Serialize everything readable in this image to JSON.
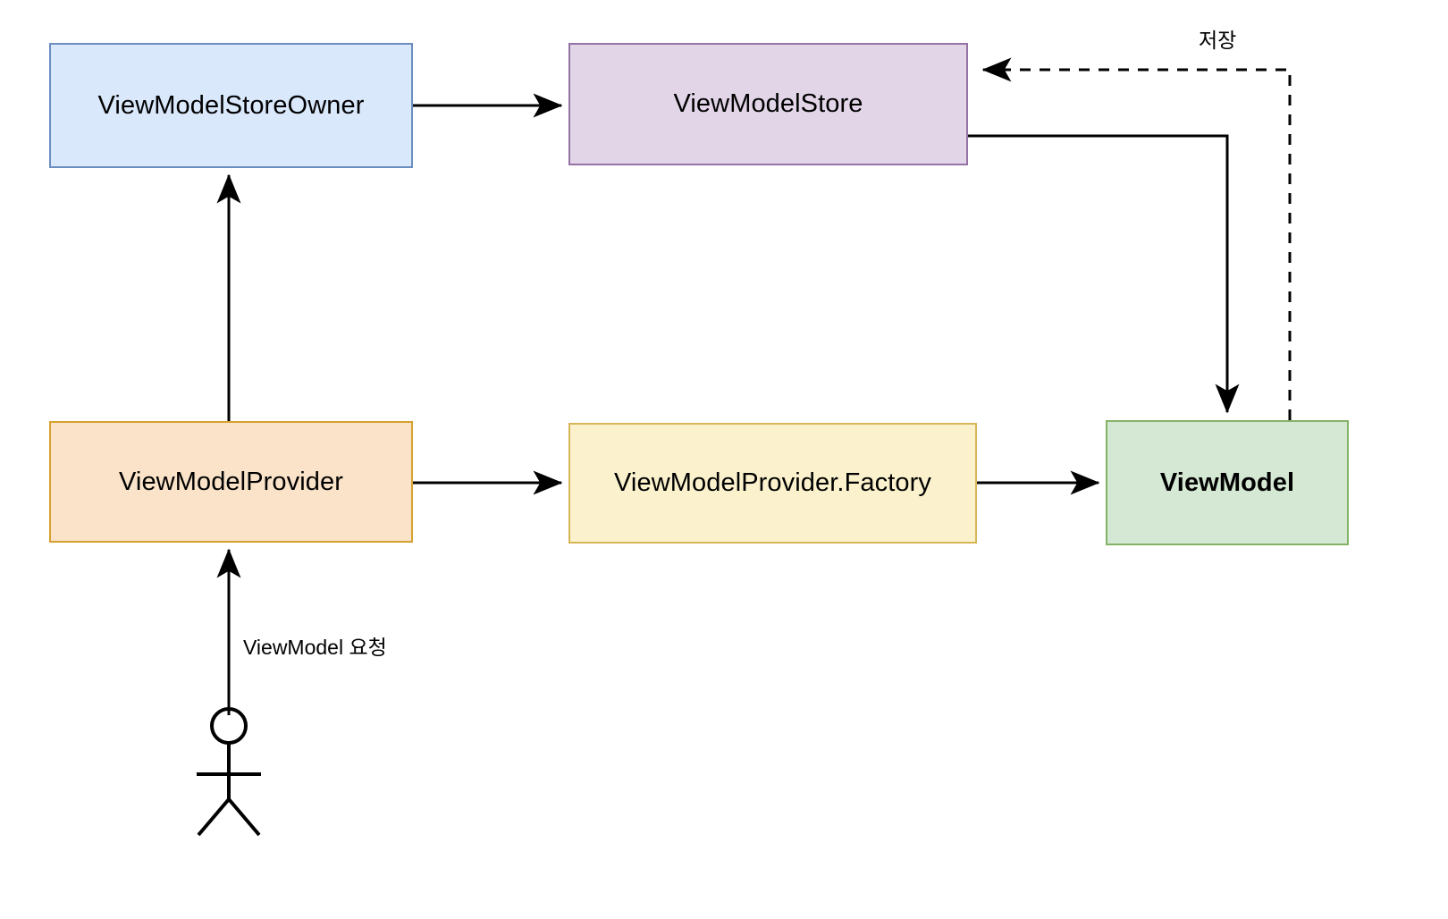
{
  "diagram": {
    "title": "ViewModel architecture flow",
    "background": "#ffffff",
    "nodes": [
      {
        "id": "viewmodelstoreowner",
        "label": "ViewModelStoreOwner",
        "fill": "#dae8fc",
        "stroke": "#6c8ebf",
        "bold": false
      },
      {
        "id": "viewmodelstore",
        "label": "ViewModelStore",
        "fill": "#e1d5e7",
        "stroke": "#9673a6",
        "bold": false
      },
      {
        "id": "viewmodelprovider",
        "label": "ViewModelProvider",
        "fill": "#fae3c8",
        "stroke": "#d6a131",
        "bold": false
      },
      {
        "id": "viewmodelproviderfactory",
        "label": "ViewModelProvider.Factory",
        "fill": "#fbf2cd",
        "stroke": "#d6b656",
        "bold": false
      },
      {
        "id": "viewmodel",
        "label": "ViewModel",
        "fill": "#d5e8d4",
        "stroke": "#82b366",
        "bold": true
      }
    ],
    "edges": [
      {
        "id": "owner-to-store",
        "from": "viewmodelstoreowner",
        "to": "viewmodelstore",
        "style": "solid",
        "label": ""
      },
      {
        "id": "provider-to-owner",
        "from": "viewmodelprovider",
        "to": "viewmodelstoreowner",
        "style": "solid",
        "label": ""
      },
      {
        "id": "provider-to-factory",
        "from": "viewmodelprovider",
        "to": "viewmodelproviderfactory",
        "style": "solid",
        "label": ""
      },
      {
        "id": "factory-to-viewmodel",
        "from": "viewmodelproviderfactory",
        "to": "viewmodel",
        "style": "solid",
        "label": ""
      },
      {
        "id": "store-to-viewmodel",
        "from": "viewmodelstore",
        "to": "viewmodel",
        "style": "solid",
        "label": ""
      },
      {
        "id": "viewmodel-to-store",
        "from": "viewmodel",
        "to": "viewmodelstore",
        "style": "dashed",
        "label": "저장"
      },
      {
        "id": "actor-to-provider",
        "from": "actor",
        "to": "viewmodelprovider",
        "style": "solid",
        "label": "ViewModel 요청"
      }
    ],
    "labels": {
      "request": "ViewModel 요청",
      "save": "저장"
    },
    "actor": {
      "id": "user-actor",
      "name": "stick-figure-actor"
    }
  }
}
